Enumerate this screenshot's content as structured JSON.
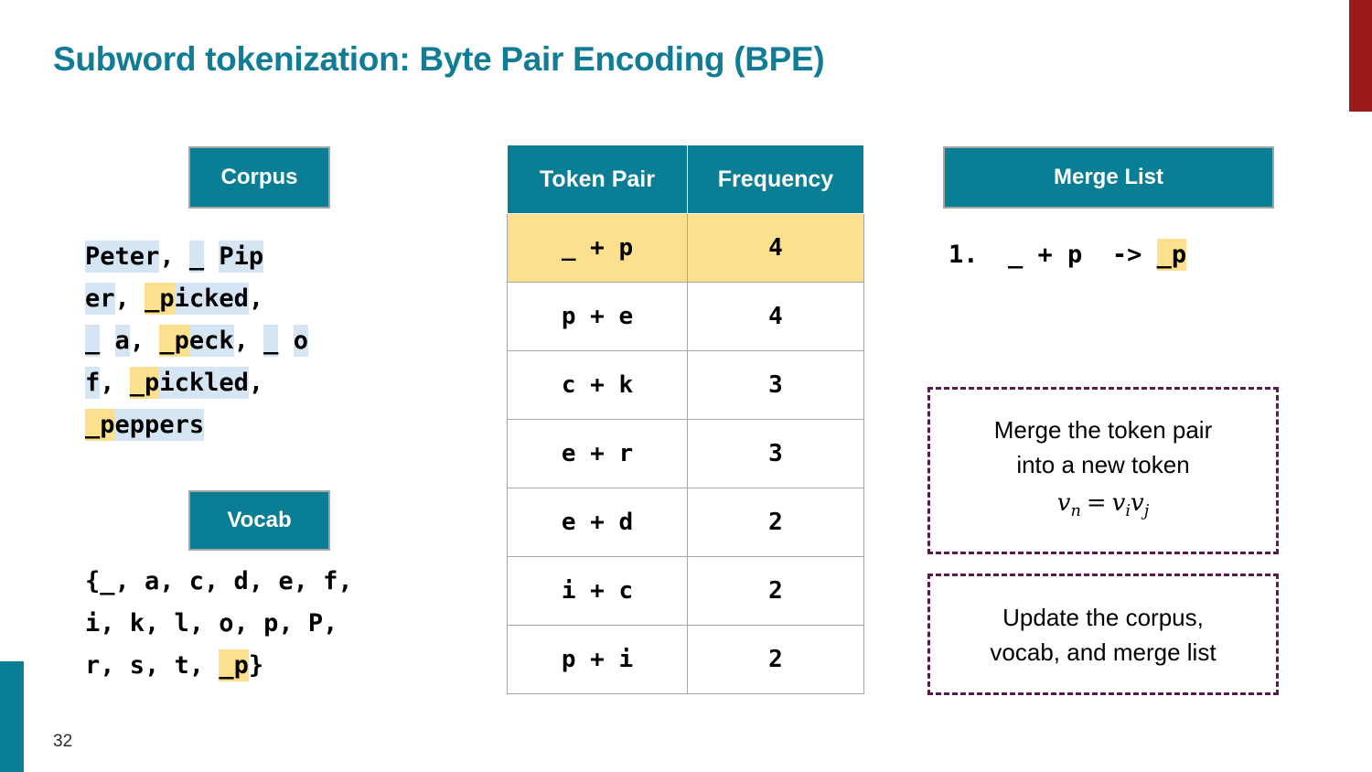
{
  "slide": {
    "title": "Subword tokenization: Byte Pair Encoding (BPE)",
    "page_number": "32"
  },
  "colors": {
    "teal": "#0A7E94",
    "title_teal": "#107C95",
    "accent_red": "#9B1B1B",
    "highlight_yellow": "#FCE08D",
    "token_blue": "#D6E5F3",
    "note_border_purple": "#5B1A4B",
    "table_border_gray": "#A6A6A6"
  },
  "corpus": {
    "header": "Corpus",
    "rows": [
      [
        {
          "t": "P",
          "hl": "blue"
        },
        {
          "t": "e",
          "hl": "blue"
        },
        {
          "t": "t",
          "hl": "blue"
        },
        {
          "t": "e",
          "hl": "blue"
        },
        {
          "t": "r",
          "hl": "blue"
        },
        {
          "t": ",",
          "hl": "none"
        },
        {
          "t": " ",
          "hl": "none"
        },
        {
          "t": "_",
          "hl": "blue"
        },
        {
          "t": " ",
          "hl": "none"
        },
        {
          "t": "P",
          "hl": "blue"
        },
        {
          "t": "i",
          "hl": "blue"
        },
        {
          "t": "p",
          "hl": "blue"
        }
      ],
      [
        {
          "t": "e",
          "hl": "blue"
        },
        {
          "t": "r",
          "hl": "blue"
        },
        {
          "t": ",",
          "hl": "none"
        },
        {
          "t": " ",
          "hl": "none"
        },
        {
          "t": "_p",
          "hl": "yellow"
        },
        {
          "t": "i",
          "hl": "blue"
        },
        {
          "t": "c",
          "hl": "blue"
        },
        {
          "t": "k",
          "hl": "blue"
        },
        {
          "t": "e",
          "hl": "blue"
        },
        {
          "t": "d",
          "hl": "blue"
        },
        {
          "t": ",",
          "hl": "none"
        }
      ],
      [
        {
          "t": "_",
          "hl": "blue"
        },
        {
          "t": " ",
          "hl": "none"
        },
        {
          "t": "a",
          "hl": "blue"
        },
        {
          "t": ",",
          "hl": "none"
        },
        {
          "t": " ",
          "hl": "none"
        },
        {
          "t": "_p",
          "hl": "yellow"
        },
        {
          "t": "e",
          "hl": "blue"
        },
        {
          "t": "c",
          "hl": "blue"
        },
        {
          "t": "k",
          "hl": "blue"
        },
        {
          "t": ",",
          "hl": "none"
        },
        {
          "t": " ",
          "hl": "none"
        },
        {
          "t": "_",
          "hl": "blue"
        },
        {
          "t": " ",
          "hl": "none"
        },
        {
          "t": "o",
          "hl": "blue"
        }
      ],
      [
        {
          "t": "f",
          "hl": "blue"
        },
        {
          "t": ",",
          "hl": "none"
        },
        {
          "t": " ",
          "hl": "none"
        },
        {
          "t": "_p",
          "hl": "yellow"
        },
        {
          "t": "i",
          "hl": "blue"
        },
        {
          "t": "c",
          "hl": "blue"
        },
        {
          "t": "k",
          "hl": "blue"
        },
        {
          "t": "l",
          "hl": "blue"
        },
        {
          "t": "e",
          "hl": "blue"
        },
        {
          "t": "d",
          "hl": "blue"
        },
        {
          "t": ",",
          "hl": "none"
        }
      ],
      [
        {
          "t": "_p",
          "hl": "yellow"
        },
        {
          "t": "e",
          "hl": "blue"
        },
        {
          "t": "p",
          "hl": "blue"
        },
        {
          "t": "p",
          "hl": "blue"
        },
        {
          "t": "e",
          "hl": "blue"
        },
        {
          "t": "r",
          "hl": "blue"
        },
        {
          "t": "s",
          "hl": "blue"
        }
      ]
    ]
  },
  "vocab": {
    "header": "Vocab",
    "rows": [
      [
        {
          "t": "{_, a, c, d, e, f,",
          "hl": "none"
        }
      ],
      [
        {
          "t": "i, k, l, o, p, P,",
          "hl": "none"
        }
      ],
      [
        {
          "t": "r, s, t, ",
          "hl": "none"
        },
        {
          "t": "_p",
          "hl": "yellow"
        },
        {
          "t": "}",
          "hl": "none"
        }
      ]
    ]
  },
  "table": {
    "headers": [
      "Token Pair",
      "Frequency"
    ],
    "rows": [
      {
        "pair": "_ + p",
        "frequency": "4",
        "highlighted": true
      },
      {
        "pair": "p + e",
        "frequency": "4",
        "highlighted": false
      },
      {
        "pair": "c + k",
        "frequency": "3",
        "highlighted": false
      },
      {
        "pair": "e + r",
        "frequency": "3",
        "highlighted": false
      },
      {
        "pair": "e + d",
        "frequency": "2",
        "highlighted": false
      },
      {
        "pair": "i + c",
        "frequency": "2",
        "highlighted": false
      },
      {
        "pair": "p + i",
        "frequency": "2",
        "highlighted": false
      }
    ]
  },
  "merge_list": {
    "header": "Merge List",
    "entries": [
      {
        "index": "1.",
        "left": "  _ + p",
        "arrow": "  -> ",
        "result": "_p",
        "result_highlighted": true
      }
    ]
  },
  "notes": [
    {
      "line1": "Merge the token pair",
      "line2": "into a new token",
      "formula": {
        "lhs_var": "v",
        "lhs_sub": "n",
        "equals": "=",
        "rhs1_var": "v",
        "rhs1_sub": "i",
        "rhs2_var": "v",
        "rhs2_sub": "j"
      }
    },
    {
      "line1": "Update the corpus,",
      "line2": "vocab, and merge list"
    }
  ]
}
